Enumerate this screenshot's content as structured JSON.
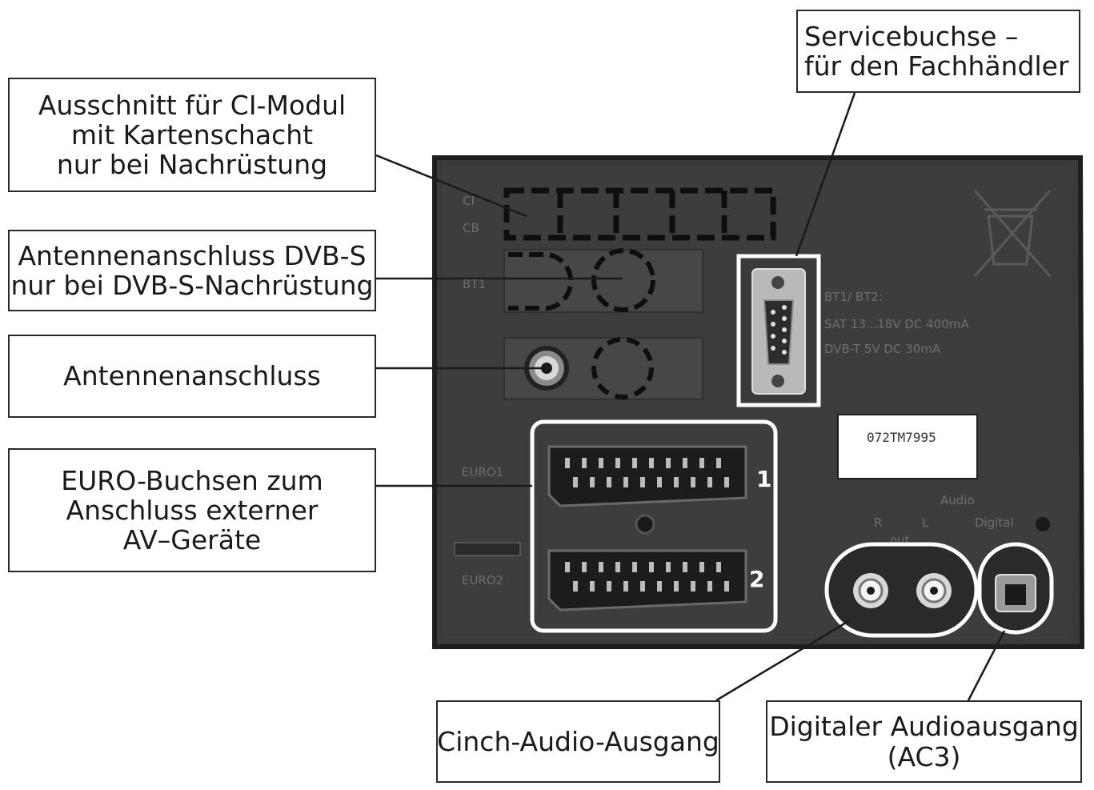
{
  "callouts": {
    "ci_module": [
      "Ausschnitt für CI-Modul",
      "mit Kartenschacht",
      "nur bei Nachrüstung"
    ],
    "dvbs": [
      "Antennenanschluss DVB-S",
      "nur bei DVB-S-Nachrüstung"
    ],
    "antenna": [
      "Antennenanschluss"
    ],
    "euro": [
      "EURO-Buchsen zum",
      "Anschluss externer",
      "AV–Geräte"
    ],
    "service": [
      "Servicebuchse –",
      "für den Fachhändler"
    ],
    "cinch": [
      "Cinch-Audio-Ausgang"
    ],
    "digital": [
      "Digitaler Audioausgang",
      "(AC3)"
    ]
  },
  "panel": {
    "scart_numbers": [
      "1",
      "2"
    ],
    "sticker_text": "072TM7995",
    "faint_labels": {
      "ci_top": "CI",
      "ci_bottom": "CB",
      "bt1": "BT1",
      "euro1": "EURO1",
      "euro2": "EURO2",
      "spec_line1": "BT1/ BT2:",
      "spec_line2": "SAT 13...18V  DC  400mA",
      "spec_line3": "DVB-T   5V   DC   30mA",
      "audio": "Audio",
      "r": "R",
      "l": "L",
      "digital": "Digital",
      "out": "out"
    }
  },
  "colors": {
    "panel": "#3a3a3a",
    "panel_edge": "#1e1e1e",
    "highlight": "#ffffff",
    "callout_border": "#2a2a2a"
  }
}
